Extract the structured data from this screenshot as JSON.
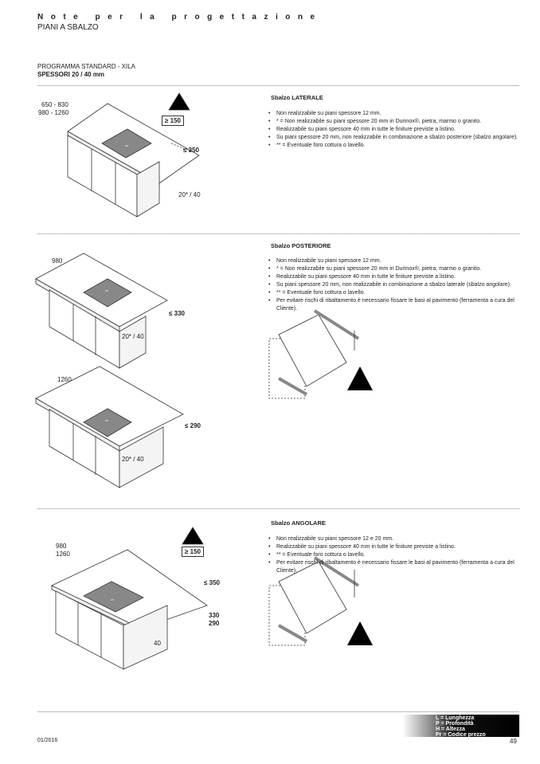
{
  "header": {
    "title": "Note per la progettazione",
    "subtitle": "PIANI A SBALZO"
  },
  "program": {
    "line1": "PROGRAMMA STANDARD - XILA",
    "line2": "SPESSORI 20 / 40 mm"
  },
  "sections": [
    {
      "title": "Sbalzo LATERALE",
      "bullets": [
        "Non realizzabile su piani spessore 12 mm.",
        "* = Non realizzabile su piani spessore 20 mm in Durinox®, pietra, marmo o granito.",
        "Realizzabile su piani spessore 40 mm in tutte le finiture previste a listino.",
        "Su piani spessore 20 mm, non realizzabile in combinazione a sbalzo posteriore (sbalzo angolare).",
        "** = Eventuale foro cottura o lavello."
      ],
      "dims": {
        "length_a": "650 - 830",
        "length_b": "980 - 1260",
        "min": "≥ 150",
        "max": "≤ 350",
        "thick": "20* / 40",
        "hob": "**"
      }
    },
    {
      "title": "Sbalzo POSTERIORE",
      "bullets": [
        "Non realizzabile su piani spessore 12 mm.",
        "* = Non realizzabile su piani spessore 20 mm in Durinox®, pietra, marmo o granito.",
        "Realizzabile su piani spessore 40 mm in tutte le finiture previste a listino.",
        "Su piani spessore 20 mm, non realizzabile in combinazione a sbalzo laterale (sbalzo angolare).",
        "** = Eventuale foro cottura o lavello.",
        "Per evitare rischi di ribaltamento è necessario fissare le basi al pavimento (ferramenta a cura del Cliente)."
      ],
      "dims": {
        "length_1": "980",
        "max_1": "≤ 330",
        "thick_1": "20* / 40",
        "length_2": "1260",
        "max_2": "≤ 290",
        "thick_2": "20* / 40",
        "hob": "**"
      }
    },
    {
      "title": "Sbalzo ANGOLARE",
      "bullets": [
        "Non realizzabile su piani spessore 12 e 20 mm.",
        "Realizzabile su piani spessore 40 mm in tutte le finiture previste a listino.",
        "** = Eventuale foro cottura o lavello.",
        "Per evitare rischi di ribaltamento è necessario fissare le basi al pavimento (ferramenta a cura del Cliente)."
      ],
      "dims": {
        "length_a": "980",
        "length_b": "1260",
        "min": "≥ 150",
        "max": "≤ 350",
        "depth_a": "330",
        "depth_b": "290",
        "thick": "40",
        "hob": "**"
      }
    }
  ],
  "footer": {
    "legend": [
      "L = Lunghezza",
      "P = Profondità",
      "H = Altezza",
      "Pr = Codice prezzo"
    ],
    "date": "01/2016",
    "page": "49"
  }
}
